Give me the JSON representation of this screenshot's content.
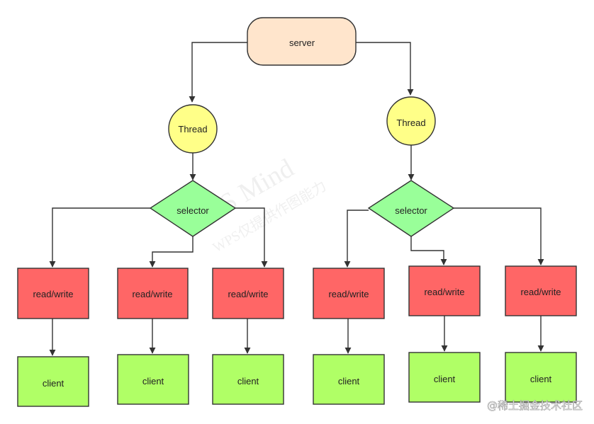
{
  "nodes": {
    "server": "server",
    "thread_left": "Thread",
    "thread_right": "Thread",
    "selector_left": "selector",
    "selector_right": "selector",
    "rw_1": "read/write",
    "rw_2": "read/write",
    "rw_3": "read/write",
    "rw_4": "read/write",
    "rw_5": "read/write",
    "rw_6": "read/write",
    "client_1": "client",
    "client_2": "client",
    "client_3": "client",
    "client_4": "client",
    "client_5": "client",
    "client_6": "client"
  },
  "watermark": {
    "line1": "WPS Mind",
    "line2": "WPS仅提供作图能力"
  },
  "credit": "@稀土掘金技术社区",
  "colors": {
    "server_fill": "#FFE5CC",
    "thread_fill": "#FFFF88",
    "selector_fill": "#99FF99",
    "readwrite_fill": "#FF6666",
    "client_fill": "#B0FF66",
    "stroke": "#333333"
  }
}
